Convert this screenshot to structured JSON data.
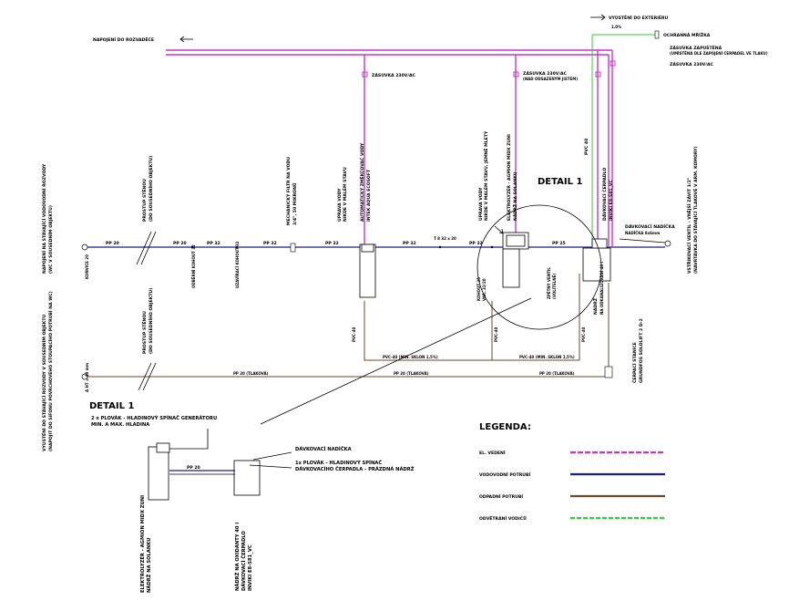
{
  "labels": {
    "napojeni_rozvadec": "NAPOJENÍ DO ROZVADĚČE",
    "vyusteni_exterier": "VYÚSTĚNÍ DO EXTERIÉRU",
    "ochranna_mrizka": "OCHRANNÁ MŘÍŽKA",
    "zasuvka_zapusta": "ZÁSUVKA ZAPUŠTĚNÁ",
    "zasuvka_zapusta_note": "(UMÍSTĚNÁ DLE ZAPOJENÍ ČERPADEL VE TLAKU)",
    "zasuvka_230v": "ZÁSUVKA 230V/AC",
    "zasuvka_1": "ZÁSUVKA 230V/AC",
    "zasuvka_2": "ZÁSUVKA 230V/AC",
    "zasuvka_2_note": "(NAD ODSAZENÝM JISTEM)",
    "detail1_callout": "DETAIL 1",
    "pvc40_top": "PVC 40",
    "napojeni_stavajici": "NAPOJENÍ NA STÁVAJÍCÍ VODOVODNÍ ROZVODY",
    "napojeni_stavajici_2": "(WC V SOUSEDNÍM OBJEKTU)",
    "prostup_1": "PROSTUP STĚNOU",
    "prostup_1b": "(DO SOUSEDNÍHO OBJEKTU)",
    "mech_filtr": "MECHANICKÝ FILTR NA VODU",
    "mech_filtr_2": "3/4\", 50 MIKRONŮ",
    "auto_zmek": "AUTOMATICKÝ ZMĚKČOVAČ VODY",
    "auto_zmek_2": "INTEK AQUA ECOSOFT",
    "uprava_1": "ÚPRAVA VODY",
    "uprava_1b": "NIKDE V MALÉM STAVU",
    "uprava_2": "ÚPRAVA VODY",
    "uprava_2b": "NIKDE V MALÉM STAVU, JEMNĚ MLETÝ",
    "elektrolyzer": "ELEKTROLYZÉR - AGMION MIDX ZUNI",
    "elektrolyzer_2": "NÁDRŽ NA SOLANKU",
    "davkovaci_cerpadlo": "DÁVKOVACÍ ČERPADLO",
    "davkovaci_cerpadlo_2": "INVIKI E8-S81_VC",
    "davkovaci_nadicka": "DÁVKOVACÍ NADÍČKA",
    "davkovaci_nadicka_2": "NADÍČKA 8x6mm",
    "vstrikovaci": "VSTŘIKOVACÍ VENTIL - VNĚJŠÍ ZÁVIT 1/2\"",
    "vstrikovaci_2": "(NAVRTÁVKA DO STÁVAJÍCÍ TLAKOVÉ V ARM. KOMORY)",
    "pp_20_a": "PP 20",
    "pp_20_b": "PP 20",
    "pp_32_a": "PP 32",
    "pp_32_b": "PP 32",
    "pp_32_c": "PP 32",
    "pp_32_d": "PP 32",
    "pp_32_e": "PP 32",
    "pp_25": "PP 25",
    "t_32": "T 8 32 x 20",
    "konvice": "KONVICE 20",
    "odberni": "ODBĚRNÍ KOHOUT 32",
    "uzaviraci": "UZAVÍRACÍ KOHOUT 32",
    "kohout_var": "KOHOUT 25",
    "kohout_var_2": "VAR. 32/20",
    "zpetny": "ZPĚTNÝ VENTIL",
    "zpetny_2": "(VOLITELNĚ)",
    "nadrz_odkanal": "NÁDRŽ",
    "nadrz_odkanal_2": "NA ODKANALIZOVÁNÍ 40 l",
    "odpadni_cerp": "ČERPACÍ STANICE",
    "odpadni_cerp_2": "GRUNDFOS SOLOLIFT 2 D-2",
    "pvc40_a": "PVC-40",
    "pvc40_b": "PVC-40",
    "pvc40_c": "PVC-40",
    "pvc40_spad_a": "PVC-40 (MIN. SKLON 1,5%)",
    "pvc40_spad_b": "PVC-40 (MIN. SKLON 1,5%)",
    "vyusteni_stavajici": "VYÚSTĚNÍ DO STÁVAJÍCÍ ROZVODY V SOUSEDNÍM OBJEKTU",
    "vyusteni_stavajici_2": "(NAPOJIT DO SIFONU POVRCHOVÉHO STOUPACÍHO POTRUBÍ NA WC)",
    "prostup_2": "PROSTUP STĚNOU",
    "prostup_2b": "(DO SOUSEDNÍHO OBJEKTU)",
    "a_ht": "A HT = 40 mm",
    "pp_tlakova_a": "PP 20 (TLAKOVÁ)",
    "pp_tlakova_b": "PP 20 (TLAKOVÁ)",
    "pp_tlakova_c": "PP 20 (TLAKOVÁ)",
    "d_title": "DETAIL 1",
    "d_plovak_max": "2 x PLOVÁK - HLADINOVÝ SPÍNAČ GENERÁTORU",
    "d_plovak_max_2": "MIN. A MAX. HLADINA",
    "d_nadicka": "DÁVKOVACÍ NADÍČKA",
    "d_plovak_1": "1x PLOVÁK - HLADINOVÝ SPÍNAČ",
    "d_plovak_1b": "DÁVKOVACÍHO ČERPADLA - PRÁZDNÁ NÁDRŽ",
    "d_pp": "PP 20",
    "d_elektrolyzer": "ELEKTROLYZÉR - AGMION MIDX ZUNI",
    "d_elektrolyzer_2": "NÁDRŽ NA SOLANKU",
    "d_nadrz": "NÁDRŽ NA OXIDANTY 40 l",
    "d_nadrz_2": "DÁVKOVACÍ ČERPADLO",
    "d_nadrz_3": "INVIKI E8-S81_VC",
    "vent_label": "1.0%"
  },
  "legend": {
    "title": "LEGENDA:",
    "items": [
      {
        "label": "EL. VEDENÍ",
        "color": "#cc33cc",
        "style": "dashed"
      },
      {
        "label": "VODOVODNÍ POTRUBÍ",
        "color": "#1a1a9a",
        "style": "solid"
      },
      {
        "label": "ODPADNÍ POTRUBÍ",
        "color": "#6a4a2a",
        "style": "solid"
      },
      {
        "label": "ODVĚTRÁNÍ VODIČŮ",
        "color": "#33cc33",
        "style": "dashed"
      }
    ]
  },
  "colors": {
    "electric": "#cc33cc",
    "water": "#1a1a9a",
    "drain": "#6a4a2a",
    "vent": "#33cc33"
  }
}
